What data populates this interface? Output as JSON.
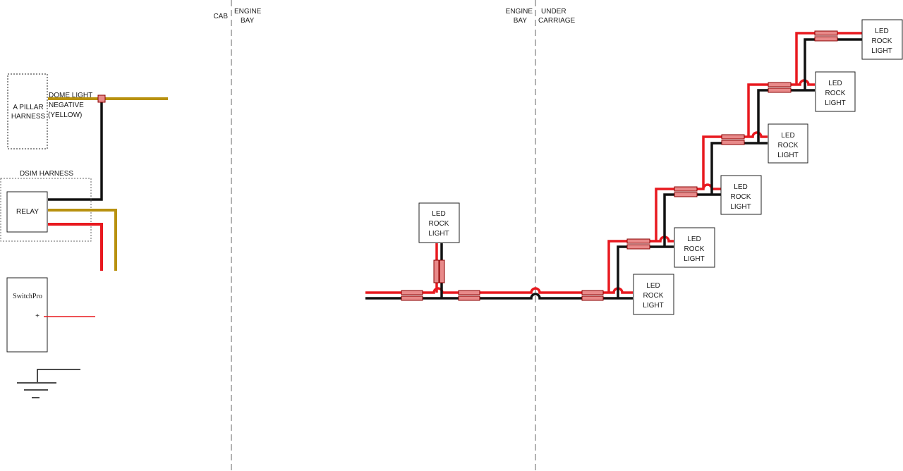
{
  "zones": {
    "cab": "CAB",
    "engine_bay_1": [
      "ENGINE",
      "BAY"
    ],
    "engine_bay_2": [
      "ENGINE",
      "BAY"
    ],
    "under_carriage": [
      "UNDER",
      "CARRIAGE"
    ]
  },
  "components": {
    "a_pillar": [
      "A PILLAR",
      "HARNESS"
    ],
    "dome_light": [
      "DOME LIGHT",
      "NEGATIVE",
      "(YELLOW)"
    ],
    "dsim_harness": "DSIM HARNESS",
    "relay": "RELAY",
    "switchpro": "SwitchPro",
    "switchpro_plus": "+",
    "rock_light": [
      "LED",
      "ROCK",
      "LIGHT"
    ]
  },
  "colors": {
    "positive_wire": "#e8191f",
    "ground_wire": "#111111",
    "yellow_wire": "#b8910f",
    "connector": "#e88a8a",
    "zone_divider": "#888888"
  }
}
